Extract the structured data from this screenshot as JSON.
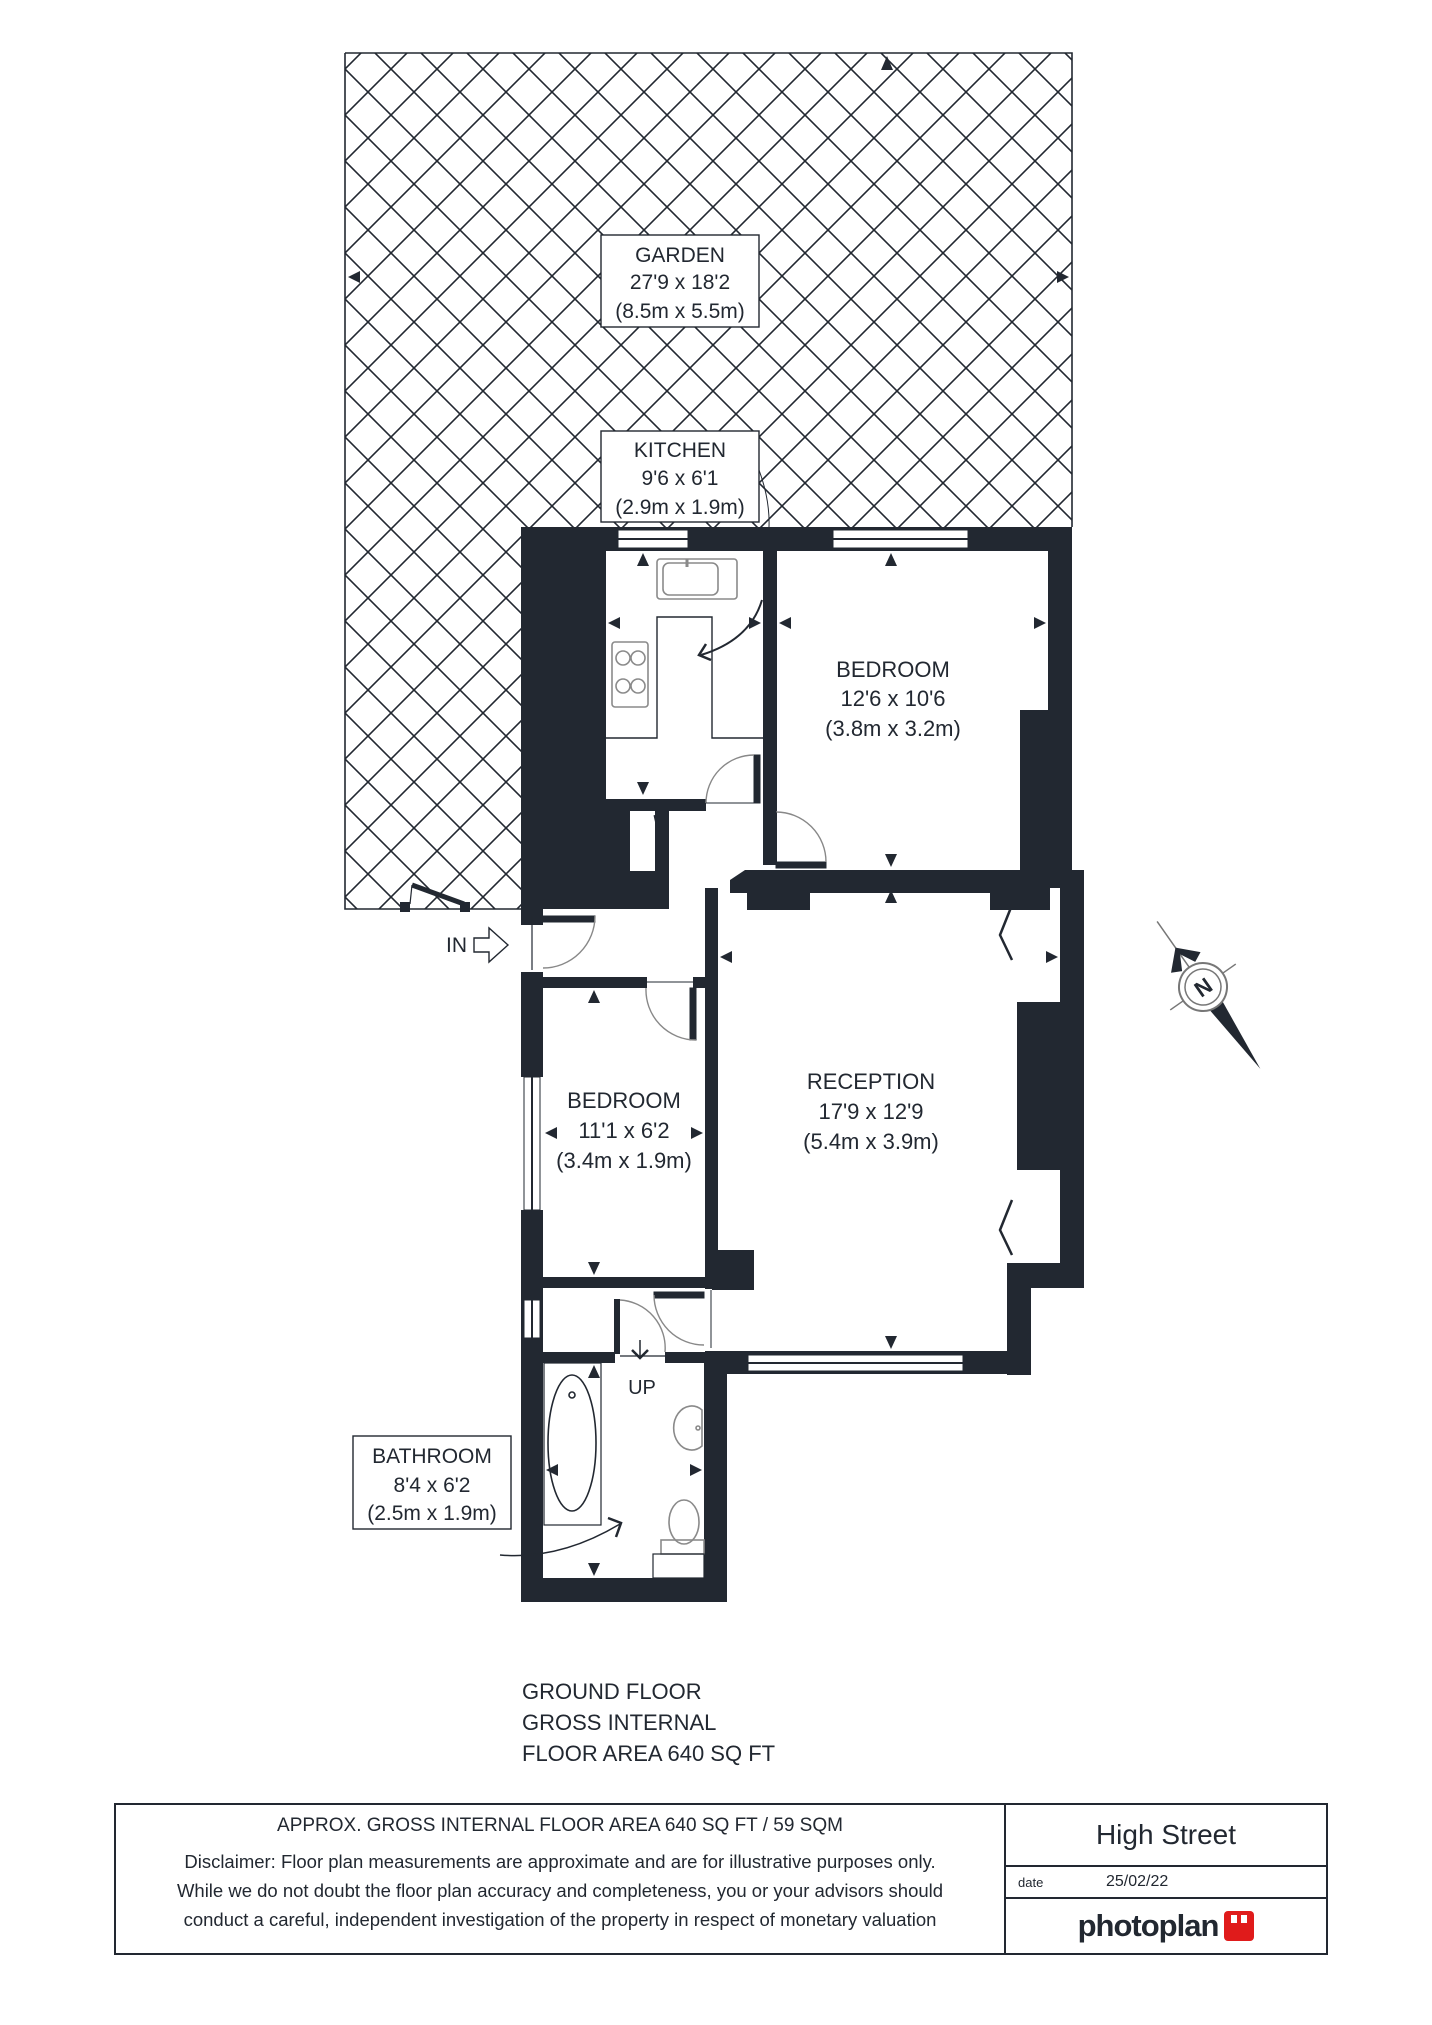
{
  "colors": {
    "wall": "#222831",
    "line": "#222831",
    "fixture": "#8a8a8a",
    "logo_red": "#e01b1b"
  },
  "rooms": {
    "garden": {
      "name": "GARDEN",
      "imperial": "27'9 x 18'2",
      "metric": "(8.5m x 5.5m)"
    },
    "kitchen": {
      "name": "KITCHEN",
      "imperial": "9'6 x 6'1",
      "metric": "(2.9m x 1.9m)"
    },
    "bedroom1": {
      "name": "BEDROOM",
      "imperial": "12'6 x 10'6",
      "metric": "(3.8m x 3.2m)"
    },
    "reception": {
      "name": "RECEPTION",
      "imperial": "17'9 x 12'9",
      "metric": "(5.4m x 3.9m)"
    },
    "bedroom2": {
      "name": "BEDROOM",
      "imperial": "11'1 x 6'2",
      "metric": "(3.4m x 1.9m)"
    },
    "bathroom": {
      "name": "BATHROOM",
      "imperial": "8'4 x 6'2",
      "metric": "(2.5m x 1.9m)"
    }
  },
  "markers": {
    "entrance": "IN",
    "stairs": "UP",
    "compass": "N"
  },
  "summary": {
    "line1": "GROUND FLOOR",
    "line2": "GROSS INTERNAL",
    "line3": "FLOOR AREA 640 SQ FT"
  },
  "footer": {
    "area": "APPROX. GROSS INTERNAL FLOOR AREA 640 SQ FT / 59 SQM",
    "disclaimer_1": "Disclaimer: Floor plan measurements are approximate and are for illustrative purposes only.",
    "disclaimer_2": "While we do not doubt the floor plan accuracy and completeness, you or your advisors should",
    "disclaimer_3": "conduct a careful, independent investigation of the property in respect of monetary valuation",
    "property": "High Street",
    "date_label": "date",
    "date_value": "25/02/22",
    "brand": "photoplan"
  }
}
